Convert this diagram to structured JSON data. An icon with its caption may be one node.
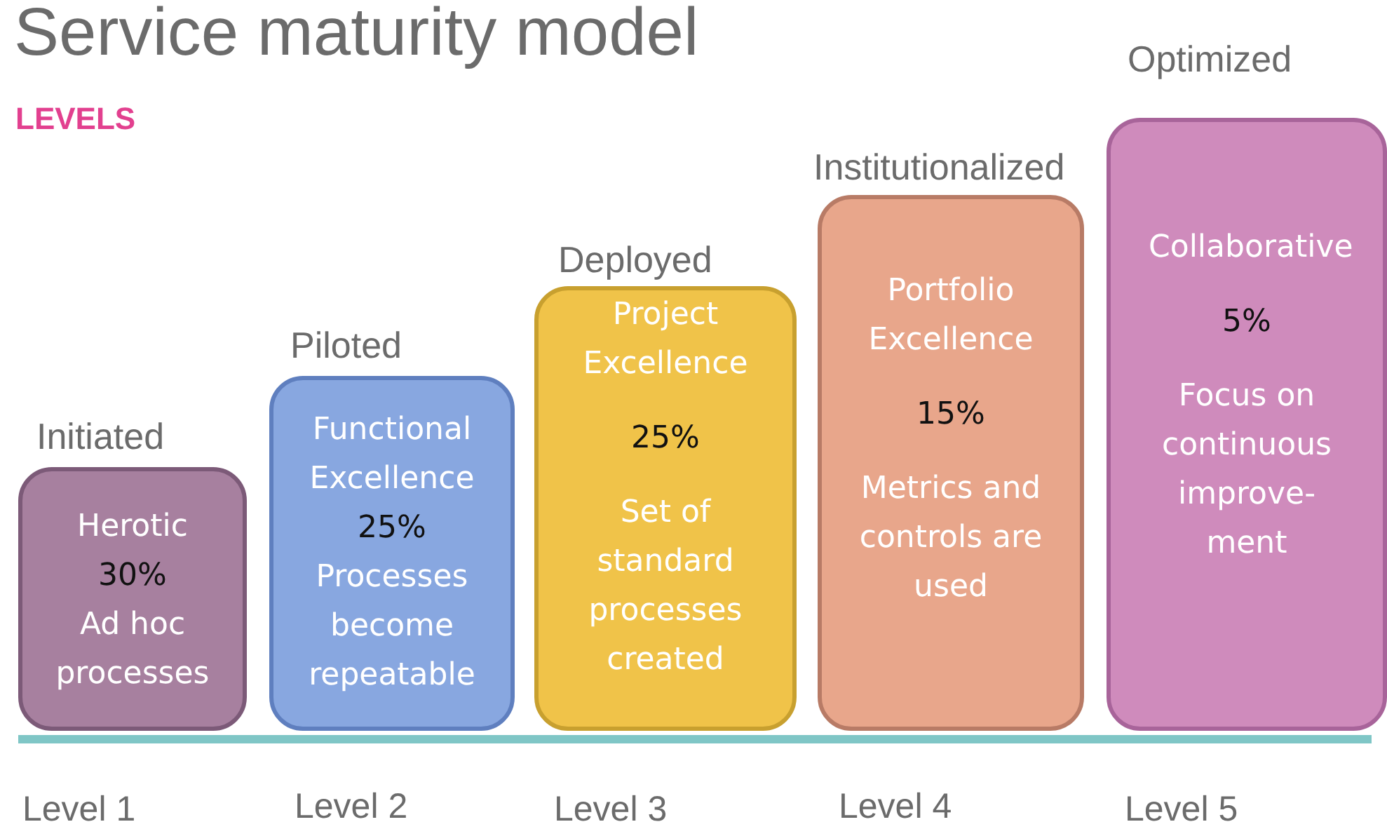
{
  "diagram": {
    "title": "Service maturity model",
    "nodes": [
      {
        "text": [
          "Initiated",
          "Herotic",
          "30%",
          "Ad hoc processes"
        ]
      },
      {
        "text": [
          "Piloted",
          "Functional Excellence",
          "25%",
          "Processes become repeatable"
        ]
      },
      {
        "text": [
          "Deployed",
          "Project Excellence",
          "25%",
          "Set of standard processes created"
        ]
      },
      {
        "text": [
          "Institutionalized",
          "Portfolio Excellence",
          "15%",
          "Metrics and controls are used"
        ]
      },
      {
        "text": [
          "Optimized",
          "Collaborative",
          "5%",
          "Focus on continuous improve- ment"
        ]
      }
    ],
    "labels": [
      "LEVELS",
      "Level 1",
      "Level 2",
      "Level 3",
      "Level 4",
      "Level 5"
    ]
  }
}
